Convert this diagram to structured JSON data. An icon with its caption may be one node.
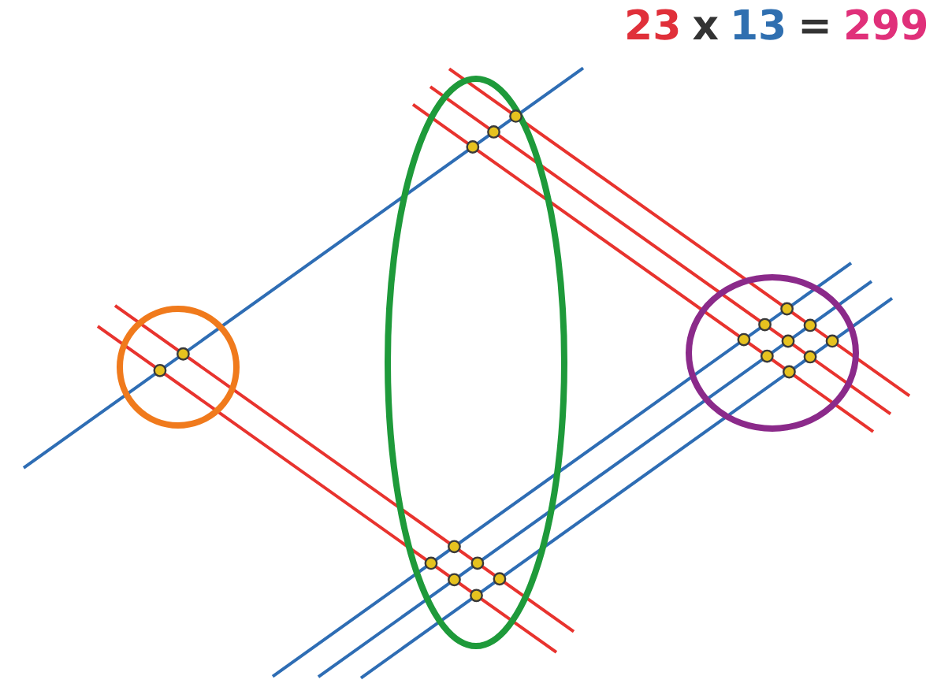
{
  "diagram": {
    "labels": [
      "23",
      "x",
      "13",
      "=",
      "299"
    ]
  }
}
